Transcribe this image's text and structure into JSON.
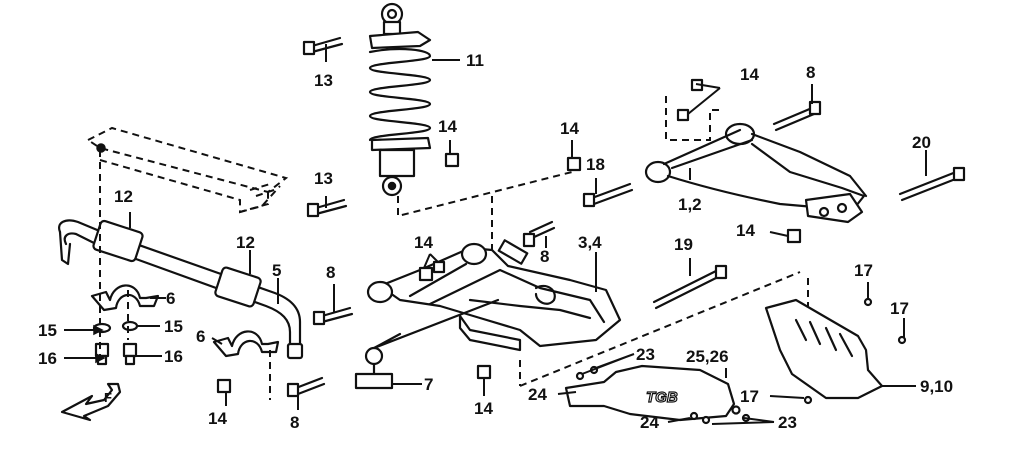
{
  "labels": {
    "l_1_2": "1,2",
    "l_3_4": "3,4",
    "l_5": "5",
    "l_6a": "6",
    "l_6b": "6",
    "l_7": "7",
    "l_8a": "8",
    "l_8b": "8",
    "l_8c": "8",
    "l_8d": "8",
    "l_9_10": "9,10",
    "l_11": "11",
    "l_12a": "12",
    "l_12b": "12",
    "l_13a": "13",
    "l_13b": "13",
    "l_14a": "14",
    "l_14b": "14",
    "l_14c": "14",
    "l_14d": "14",
    "l_14e": "14",
    "l_14f": "14",
    "l_14g": "14",
    "l_15a": "15",
    "l_15b": "15",
    "l_16a": "16",
    "l_16b": "16",
    "l_17a": "17",
    "l_17b": "17",
    "l_17c": "17",
    "l_18": "18",
    "l_19": "19",
    "l_20": "20",
    "l_23a": "23",
    "l_23b": "23",
    "l_24a": "24",
    "l_24b": "24",
    "l_25_26": "25,26"
  },
  "skid_plate_logo": "TGB",
  "front_direction_mark": "F"
}
